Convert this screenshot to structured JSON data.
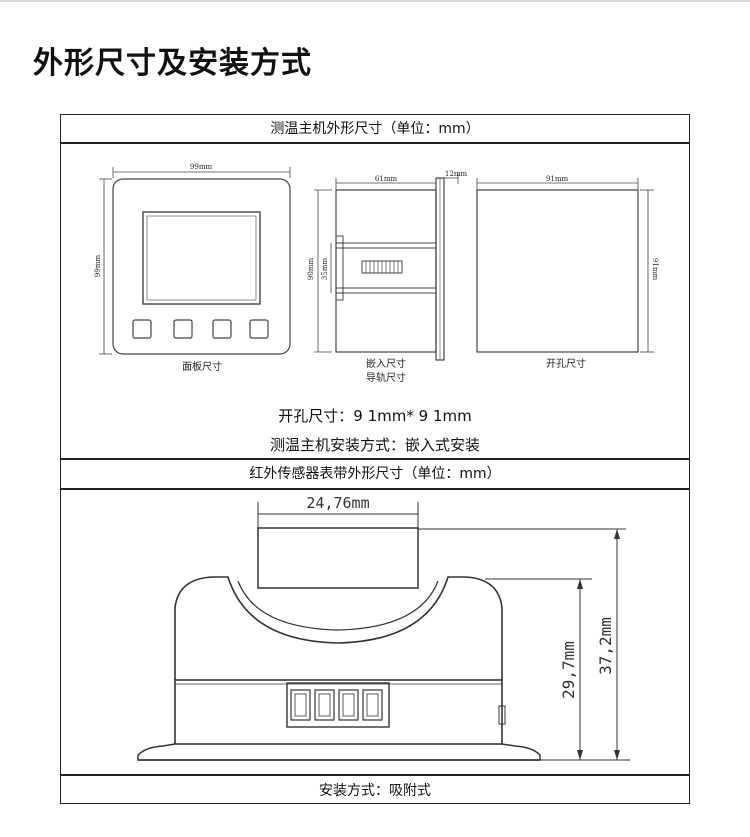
{
  "page_title": "外形尺寸及安装方式",
  "section1": {
    "header": "测温主机外形尺寸（单位：mm）",
    "panel": {
      "width_label": "99mm",
      "height_label": "99mm",
      "caption": "面板尺寸"
    },
    "embed": {
      "depth_label": "61mm",
      "flange_label": "12mm",
      "height_label": "90mm",
      "rail_label": "35mm",
      "caption_line1": "嵌入尺寸",
      "caption_line2": "导轨尺寸"
    },
    "cutout": {
      "width_label": "91mm",
      "height_label": "91mm",
      "caption": "开孔尺寸"
    },
    "cutout_size_text": "开孔尺寸：9 1mm* 9 1mm",
    "install_text": "测温主机安装方式：嵌入式安装"
  },
  "section2": {
    "header": "红外传感器表带外形尺寸（单位：mm）",
    "width_label": "24,76mm",
    "height_inner_label": "29,7mm",
    "height_outer_label": "37,2mm",
    "install_text": "安装方式：吸附式"
  }
}
